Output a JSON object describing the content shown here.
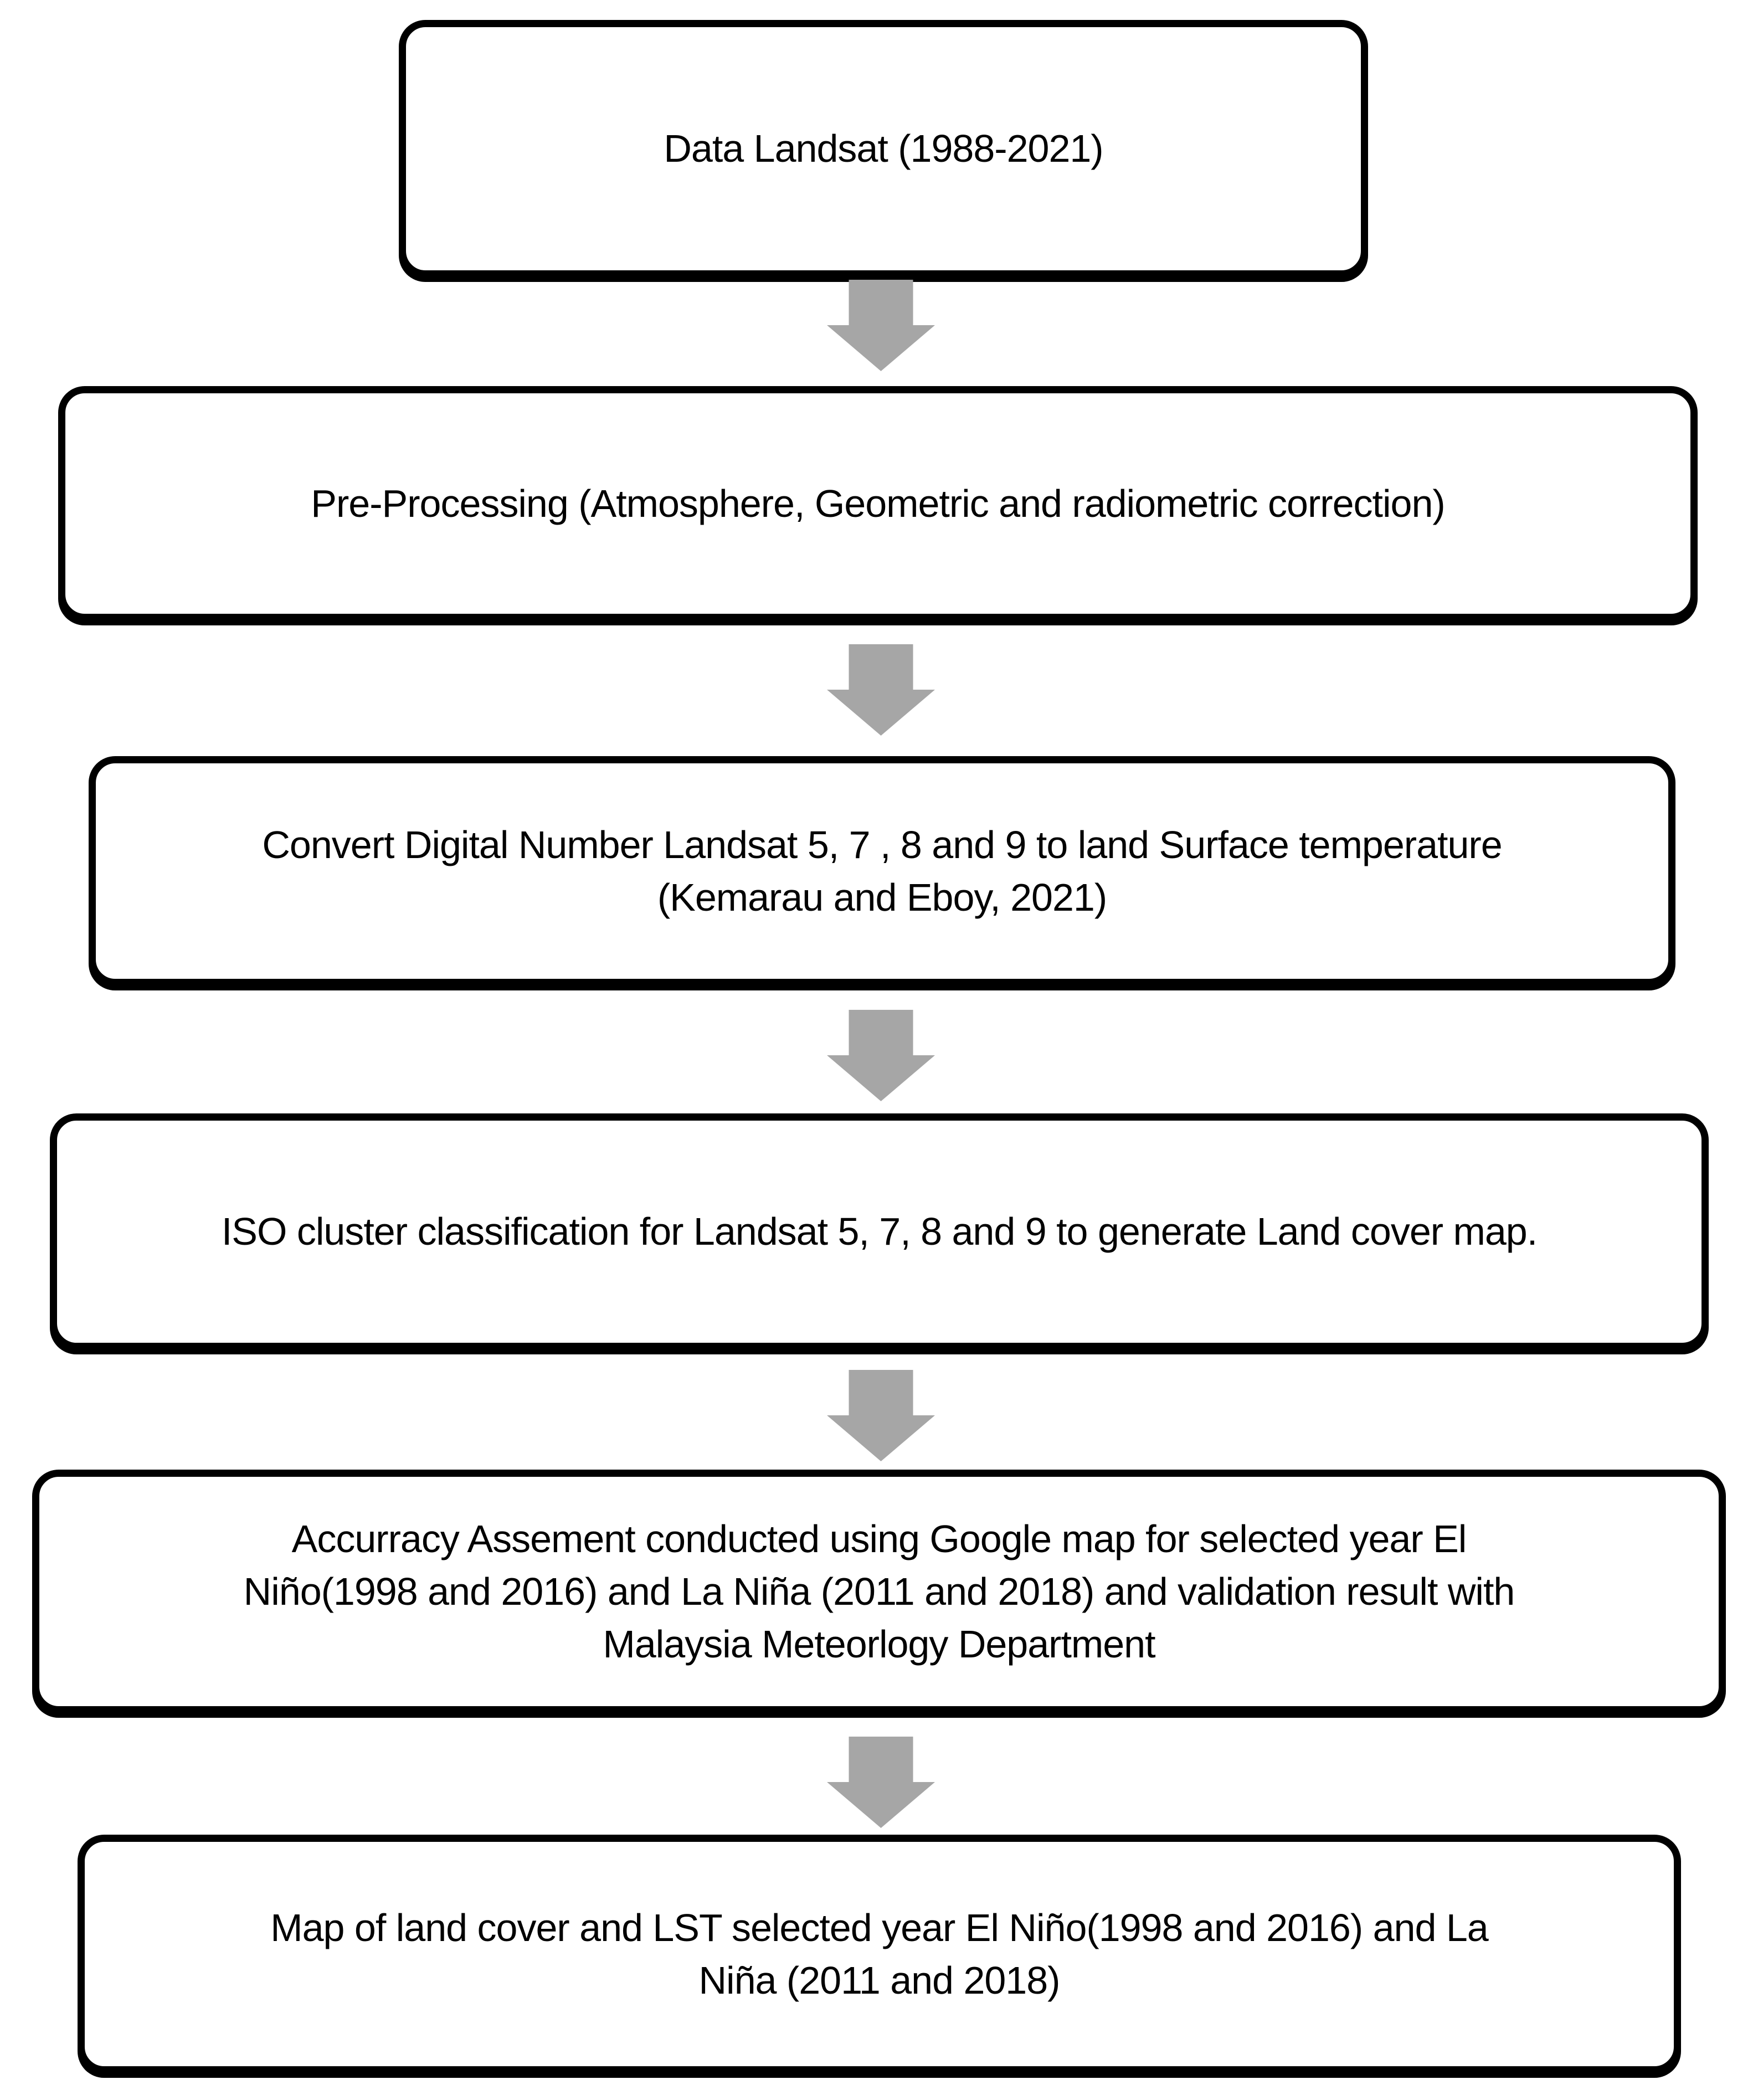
{
  "flowchart": {
    "title": "Landsat LST methodology flowchart",
    "background_color": "#ffffff",
    "box_border_color": "#000000",
    "text_color": "#000000",
    "arrow_color": "#a6a6a6",
    "boxes": [
      {
        "id": "data-landsat",
        "lines": [
          "Data Landsat (1988-2021)"
        ]
      },
      {
        "id": "pre-processing",
        "lines": [
          "Pre-Processing (Atmosphere, Geometric and radiometric correction)"
        ]
      },
      {
        "id": "convert-digital-number",
        "lines": [
          "Convert Digital Number Landsat 5, 7 , 8 and 9 to land Surface temperature",
          "(Kemarau and Eboy, 2021)"
        ]
      },
      {
        "id": "iso-cluster-classification",
        "lines": [
          "ISO cluster classification for Landsat 5, 7, 8 and 9 to generate Land cover map."
        ]
      },
      {
        "id": "accuracy-assessment",
        "lines": [
          "Accurracy Assement conducted using Google map for selected year El",
          "Niño(1998 and 2016) and La Niña (2011 and 2018) and validation result with",
          "Malaysia Meteorlogy Department"
        ]
      },
      {
        "id": "map-output",
        "lines": [
          "Map of land cover and LST selected year El Niño(1998 and 2016) and La",
          "Niña (2011 and 2018)"
        ]
      }
    ]
  }
}
